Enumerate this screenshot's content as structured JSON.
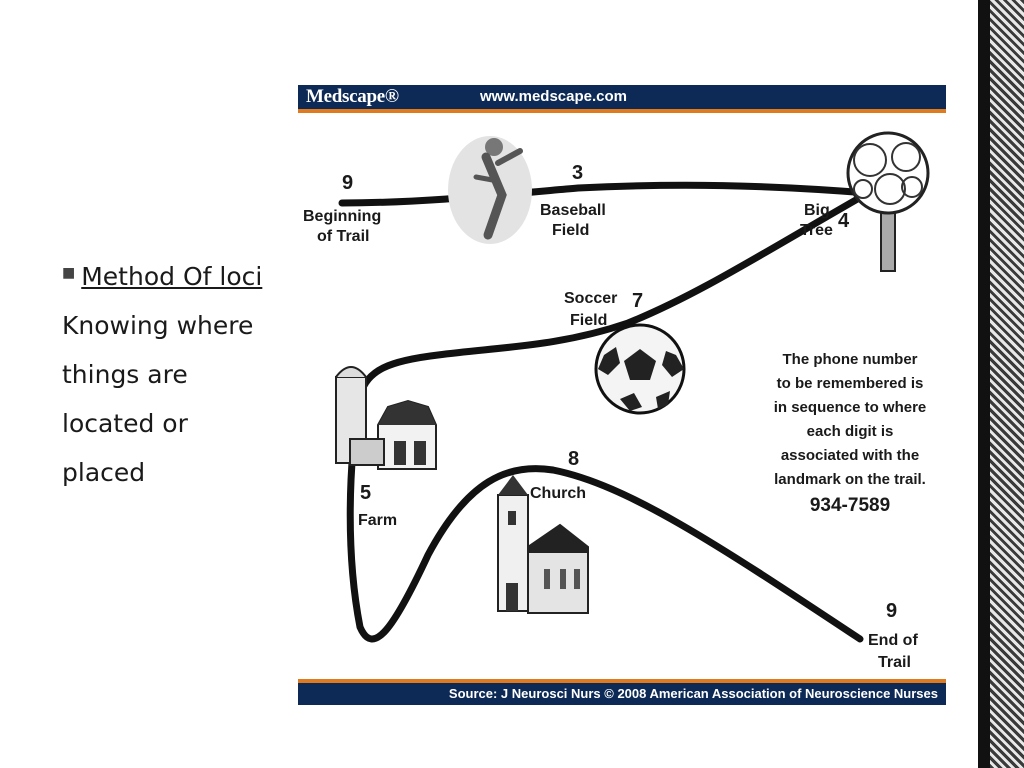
{
  "slide": {
    "bullet_title": "Method Of loci",
    "body_lines": [
      "Knowing where",
      "things are",
      "located or",
      "placed"
    ]
  },
  "figure": {
    "header": {
      "logo": "Medscape®",
      "url": "www.medscape.com"
    },
    "footer": {
      "source": "Source: J Neurosci Nurs © 2008 American Association of Neuroscience Nurses"
    },
    "landmarks": {
      "beginning": {
        "number": "9",
        "label_line1": "Beginning",
        "label_line2": "of Trail"
      },
      "baseball": {
        "number": "3",
        "label_line1": "Baseball",
        "label_line2": "Field"
      },
      "tree": {
        "number": "4",
        "label_line1": "Big",
        "label_line2": "Tree"
      },
      "soccer": {
        "number": "7",
        "label_line1": "Soccer",
        "label_line2": "Field"
      },
      "farm": {
        "number": "5",
        "label": "Farm"
      },
      "church": {
        "number": "8",
        "label": "Church"
      },
      "end": {
        "number": "9",
        "label_line1": "End of",
        "label_line2": "Trail"
      }
    },
    "note": {
      "lines": [
        "The phone number",
        "to be remembered is",
        "in sequence to where",
        "each digit is",
        "associated with the",
        "landmark on the trail."
      ],
      "phone": "934-7589"
    },
    "colors": {
      "header": "#0c2a55",
      "accent": "#e07a1e"
    }
  }
}
